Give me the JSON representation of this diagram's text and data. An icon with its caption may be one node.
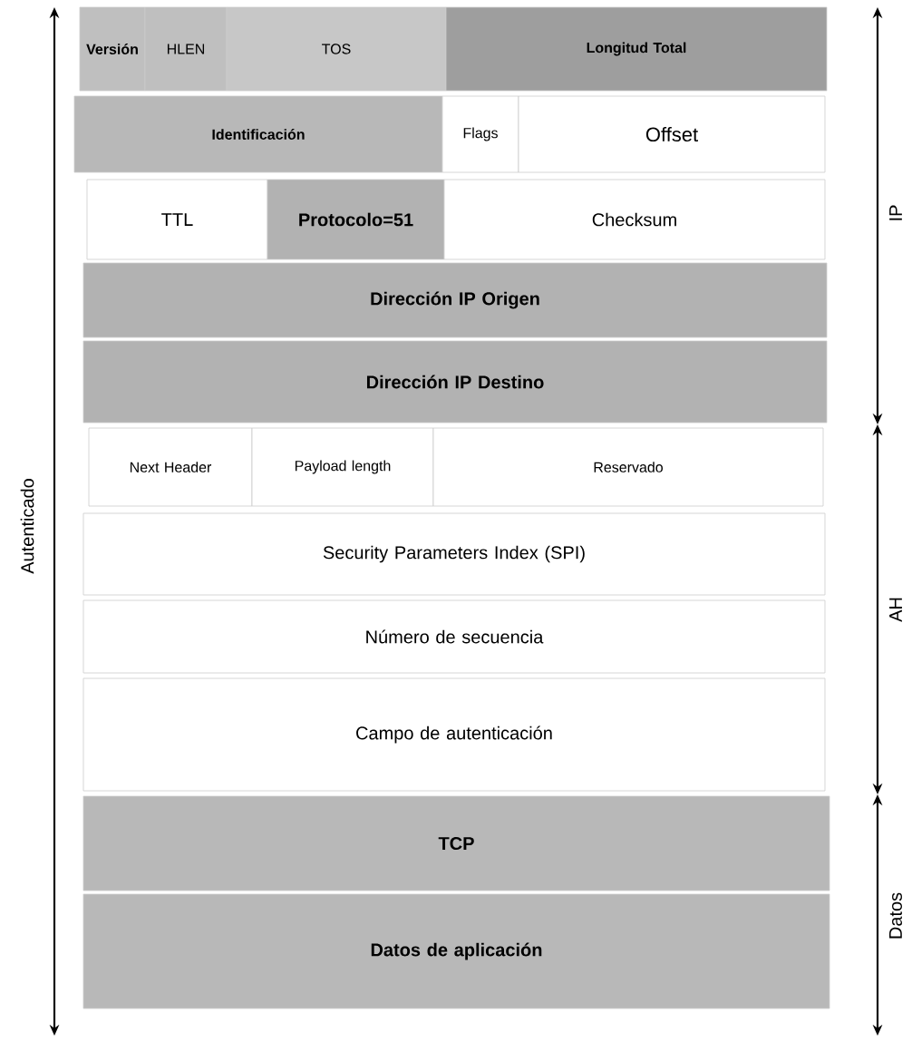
{
  "diagram": {
    "nodes": [
      {
        "text": [
          "Versión"
        ]
      },
      {
        "text": [
          "HLEN"
        ]
      },
      {
        "text": [
          "TOS"
        ]
      },
      {
        "text": [
          "Longitud Total"
        ]
      },
      {
        "text": [
          "Identificación"
        ]
      },
      {
        "text": [
          "Flags"
        ]
      },
      {
        "text": [
          "Offset"
        ]
      },
      {
        "text": [
          "TTL"
        ]
      },
      {
        "text": [
          "Protocolo=51"
        ]
      },
      {
        "text": [
          "Checksum"
        ]
      },
      {
        "text": [
          "Dirección IP Origen"
        ]
      },
      {
        "text": [
          "Dirección IP Destino"
        ]
      },
      {
        "text": [
          "Next Header"
        ]
      },
      {
        "text": [
          "Payload length"
        ]
      },
      {
        "text": [
          "Reservado"
        ]
      },
      {
        "text": [
          "Security Parameters Index (SPI)"
        ]
      },
      {
        "text": [
          "Número de secuencia"
        ]
      },
      {
        "text": [
          "Campo de autenticación"
        ]
      },
      {
        "text": [
          "TCP"
        ]
      },
      {
        "text": [
          "Datos de aplicación"
        ]
      }
    ],
    "labels": [
      "Autenticado",
      "IP",
      "AH",
      "Datos"
    ]
  }
}
